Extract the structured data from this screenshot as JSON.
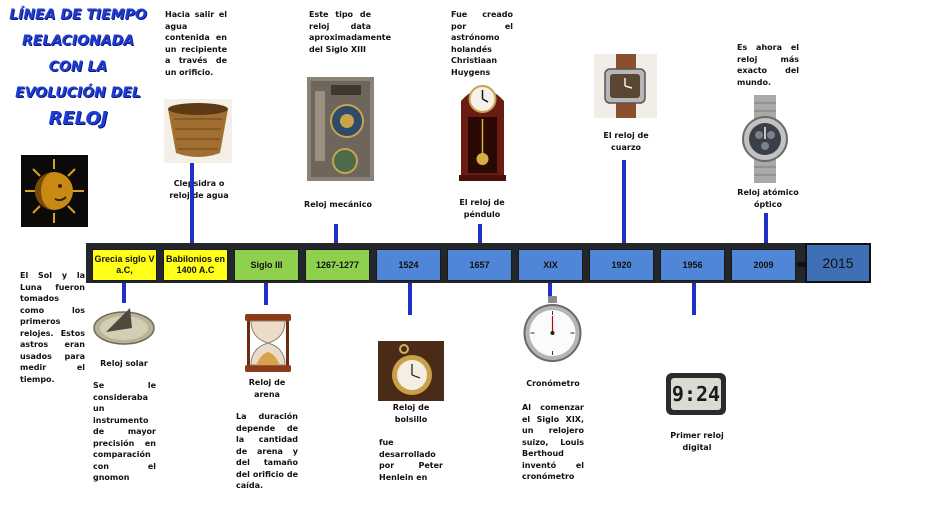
{
  "title": {
    "line1": "LÍNEA DE TIEMPO",
    "line2": "RELACIONADA",
    "line3": "CON LA",
    "line4": "EVOLUCIÓN DEL",
    "line5": "RELOJ"
  },
  "timeline": {
    "segments": [
      {
        "label": "Grecia siglo V a.C,",
        "color": "#ffff1a"
      },
      {
        "label": "Babilonios en 1400 A.C",
        "color": "#ffff1a"
      },
      {
        "label": "Siglo III",
        "color": "#8fd14f"
      },
      {
        "label": "1267-1277",
        "color": "#8fd14f"
      },
      {
        "label": "1524",
        "color": "#4f86d8"
      },
      {
        "label": "1657",
        "color": "#4f86d8"
      },
      {
        "label": "XIX",
        "color": "#4f86d8"
      },
      {
        "label": "1920",
        "color": "#4f86d8"
      },
      {
        "label": "1956",
        "color": "#4f86d8"
      },
      {
        "label": "2009",
        "color": "#4f86d8"
      }
    ],
    "end_year": "2015"
  },
  "events": {
    "sol": {
      "text": "El Sol y la Luna fueron tomados como los primeros relojes. Estos astros eran usados para medir el tiempo."
    },
    "solar": {
      "caption": "Reloj solar",
      "text": "Se le consideraba un instrumento de mayor precisión en comparación con el gnomon"
    },
    "clepsidra": {
      "text": "Hacia salir el agua contenida en un recipiente a través de un orificio.",
      "caption": "Clepsidra o reloj de agua"
    },
    "arena": {
      "caption": "Reloj de arena",
      "text": "La duración depende de la cantidad de arena y del tamaño del orificio de caída."
    },
    "mecanico": {
      "text": "Este tipo de reloj data aproximadamente del Siglo XIII",
      "caption": "Reloj mecánico"
    },
    "bolsillo": {
      "caption": "Reloj de bolsillo",
      "text": "fue desarrollado por Peter Henlein en"
    },
    "pendulo": {
      "text": "Fue creado por el astrónomo holandés Christiaan Huygens",
      "caption": "El reloj de péndulo"
    },
    "cronometro": {
      "caption": "Cronómetro",
      "text": "Al comenzar el Siglo XIX, un relojero suizo, Louis Berthoud inventó el cronómetro"
    },
    "cuarzo": {
      "caption": "El reloj de cuarzo"
    },
    "digital": {
      "caption": "Primer reloj digital",
      "display": "9:24"
    },
    "atomico": {
      "text": "Es ahora el reloj más exacto del mundo.",
      "caption": "Reloj atómico óptico"
    }
  }
}
